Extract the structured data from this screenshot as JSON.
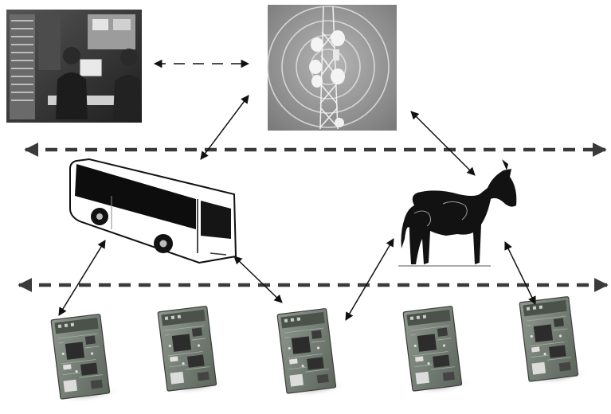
{
  "diagram": {
    "nodes": [
      {
        "id": "control-room",
        "kind": "photo",
        "subject": "two-operators-at-server-racks"
      },
      {
        "id": "cell-tower",
        "kind": "photo",
        "subject": "antenna-tower-with-radio-waves"
      },
      {
        "id": "bus",
        "kind": "drawing",
        "subject": "city-bus"
      },
      {
        "id": "donkey",
        "kind": "drawing",
        "subject": "donkey"
      },
      {
        "id": "sensor-board-1",
        "kind": "photo",
        "subject": "circuit-board"
      },
      {
        "id": "sensor-board-2",
        "kind": "photo",
        "subject": "circuit-board"
      },
      {
        "id": "sensor-board-3",
        "kind": "photo",
        "subject": "circuit-board"
      },
      {
        "id": "sensor-board-4",
        "kind": "photo",
        "subject": "circuit-board"
      },
      {
        "id": "sensor-board-5",
        "kind": "photo",
        "subject": "circuit-board"
      }
    ],
    "links": [
      {
        "from": "control-room",
        "to": "cell-tower",
        "style": "dashed",
        "bidirectional": true
      },
      {
        "from": "cell-tower",
        "to": "bus",
        "style": "solid",
        "bidirectional": true
      },
      {
        "from": "cell-tower",
        "to": "donkey",
        "style": "solid",
        "bidirectional": true
      },
      {
        "from": "bus",
        "to": "sensor-board-1",
        "style": "solid",
        "bidirectional": true
      },
      {
        "from": "bus",
        "to": "sensor-board-3",
        "style": "solid",
        "bidirectional": true
      },
      {
        "from": "donkey",
        "to": "sensor-board-3",
        "style": "solid",
        "bidirectional": true
      },
      {
        "from": "donkey",
        "to": "sensor-board-5",
        "style": "solid",
        "bidirectional": true
      }
    ],
    "mobility_lanes": [
      {
        "id": "upper-lane",
        "style": "dashed",
        "bidirectional": true
      },
      {
        "id": "lower-lane",
        "style": "dashed",
        "bidirectional": true
      }
    ],
    "colors": {
      "ink": "#111111",
      "lane": "#3a3a3a",
      "photo_dark": "#2b2b2b",
      "photo_mid": "#8a8a8a",
      "photo_light": "#d8d8d8",
      "board_green": "#6f7a6f"
    }
  }
}
